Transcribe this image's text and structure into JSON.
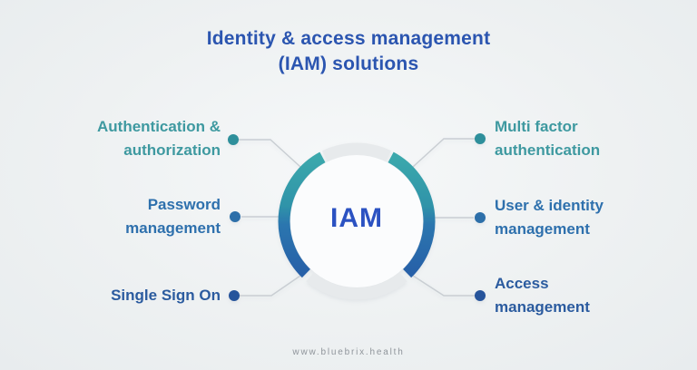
{
  "title": {
    "line1": "Identity & access management",
    "line2": "(IAM) solutions"
  },
  "center": {
    "label": "IAM"
  },
  "labels": {
    "left": [
      {
        "text": "Authentication &\nauthorization",
        "color": "#3e99a0"
      },
      {
        "text": "Password\nmanagement",
        "color": "#2e70ad"
      },
      {
        "text": "Single Sign On",
        "color": "#2b5b9f"
      }
    ],
    "right": [
      {
        "text": "Multi factor\nauthentication",
        "color": "#3e99a0"
      },
      {
        "text": "User & identity\nmanagement",
        "color": "#2e70ad"
      },
      {
        "text": "Access\nmanagement",
        "color": "#2b5b9f"
      }
    ]
  },
  "footer": {
    "url": "www.bluebrix.health"
  },
  "colors": {
    "title_blue": "#2b55b0",
    "iam_blue": "#2b52c2",
    "teal": "#3e99a0",
    "mid_blue": "#2e70ad",
    "navy": "#2b5b9f",
    "ring_teal": "#3aa7ab",
    "ring_blue": "#2760a8",
    "ring_gray": "#e7eaec",
    "connector_gray": "#c9ced3",
    "dot_teal": "#2e8f9b",
    "dot_blue": "#2d6fa9",
    "dot_navy": "#26549b",
    "background": "#eef1f2"
  }
}
